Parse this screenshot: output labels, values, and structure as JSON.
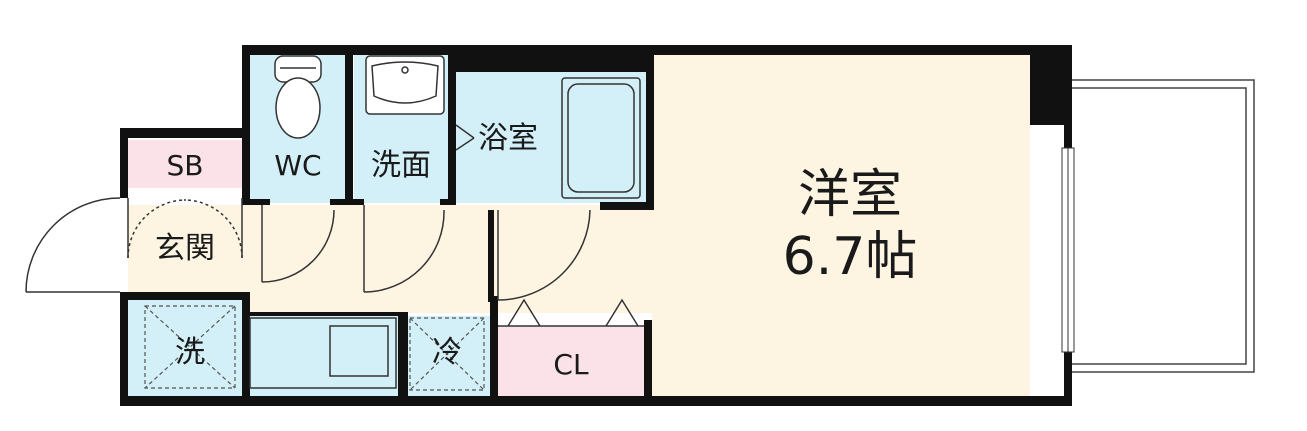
{
  "colors": {
    "wall": "#111111",
    "wet_area": "#d3eff8",
    "storage": "#fbe1e8",
    "floor": "#fdf4e2",
    "outline": "#333333"
  },
  "rooms": {
    "western_room": {
      "name": "洋室",
      "size": "6.7帖"
    },
    "bath": "浴室",
    "washroom": "洗面",
    "toilet": "WC",
    "shoe_box": "SB",
    "entrance": "玄関",
    "laundry": "洗",
    "fridge": "冷",
    "closet": "CL"
  },
  "icons": [
    "toilet-icon",
    "sink-icon",
    "bathtub-icon",
    "kitchen-sink-icon",
    "door-swing-icon",
    "window-icon",
    "balcony-railing-icon"
  ]
}
